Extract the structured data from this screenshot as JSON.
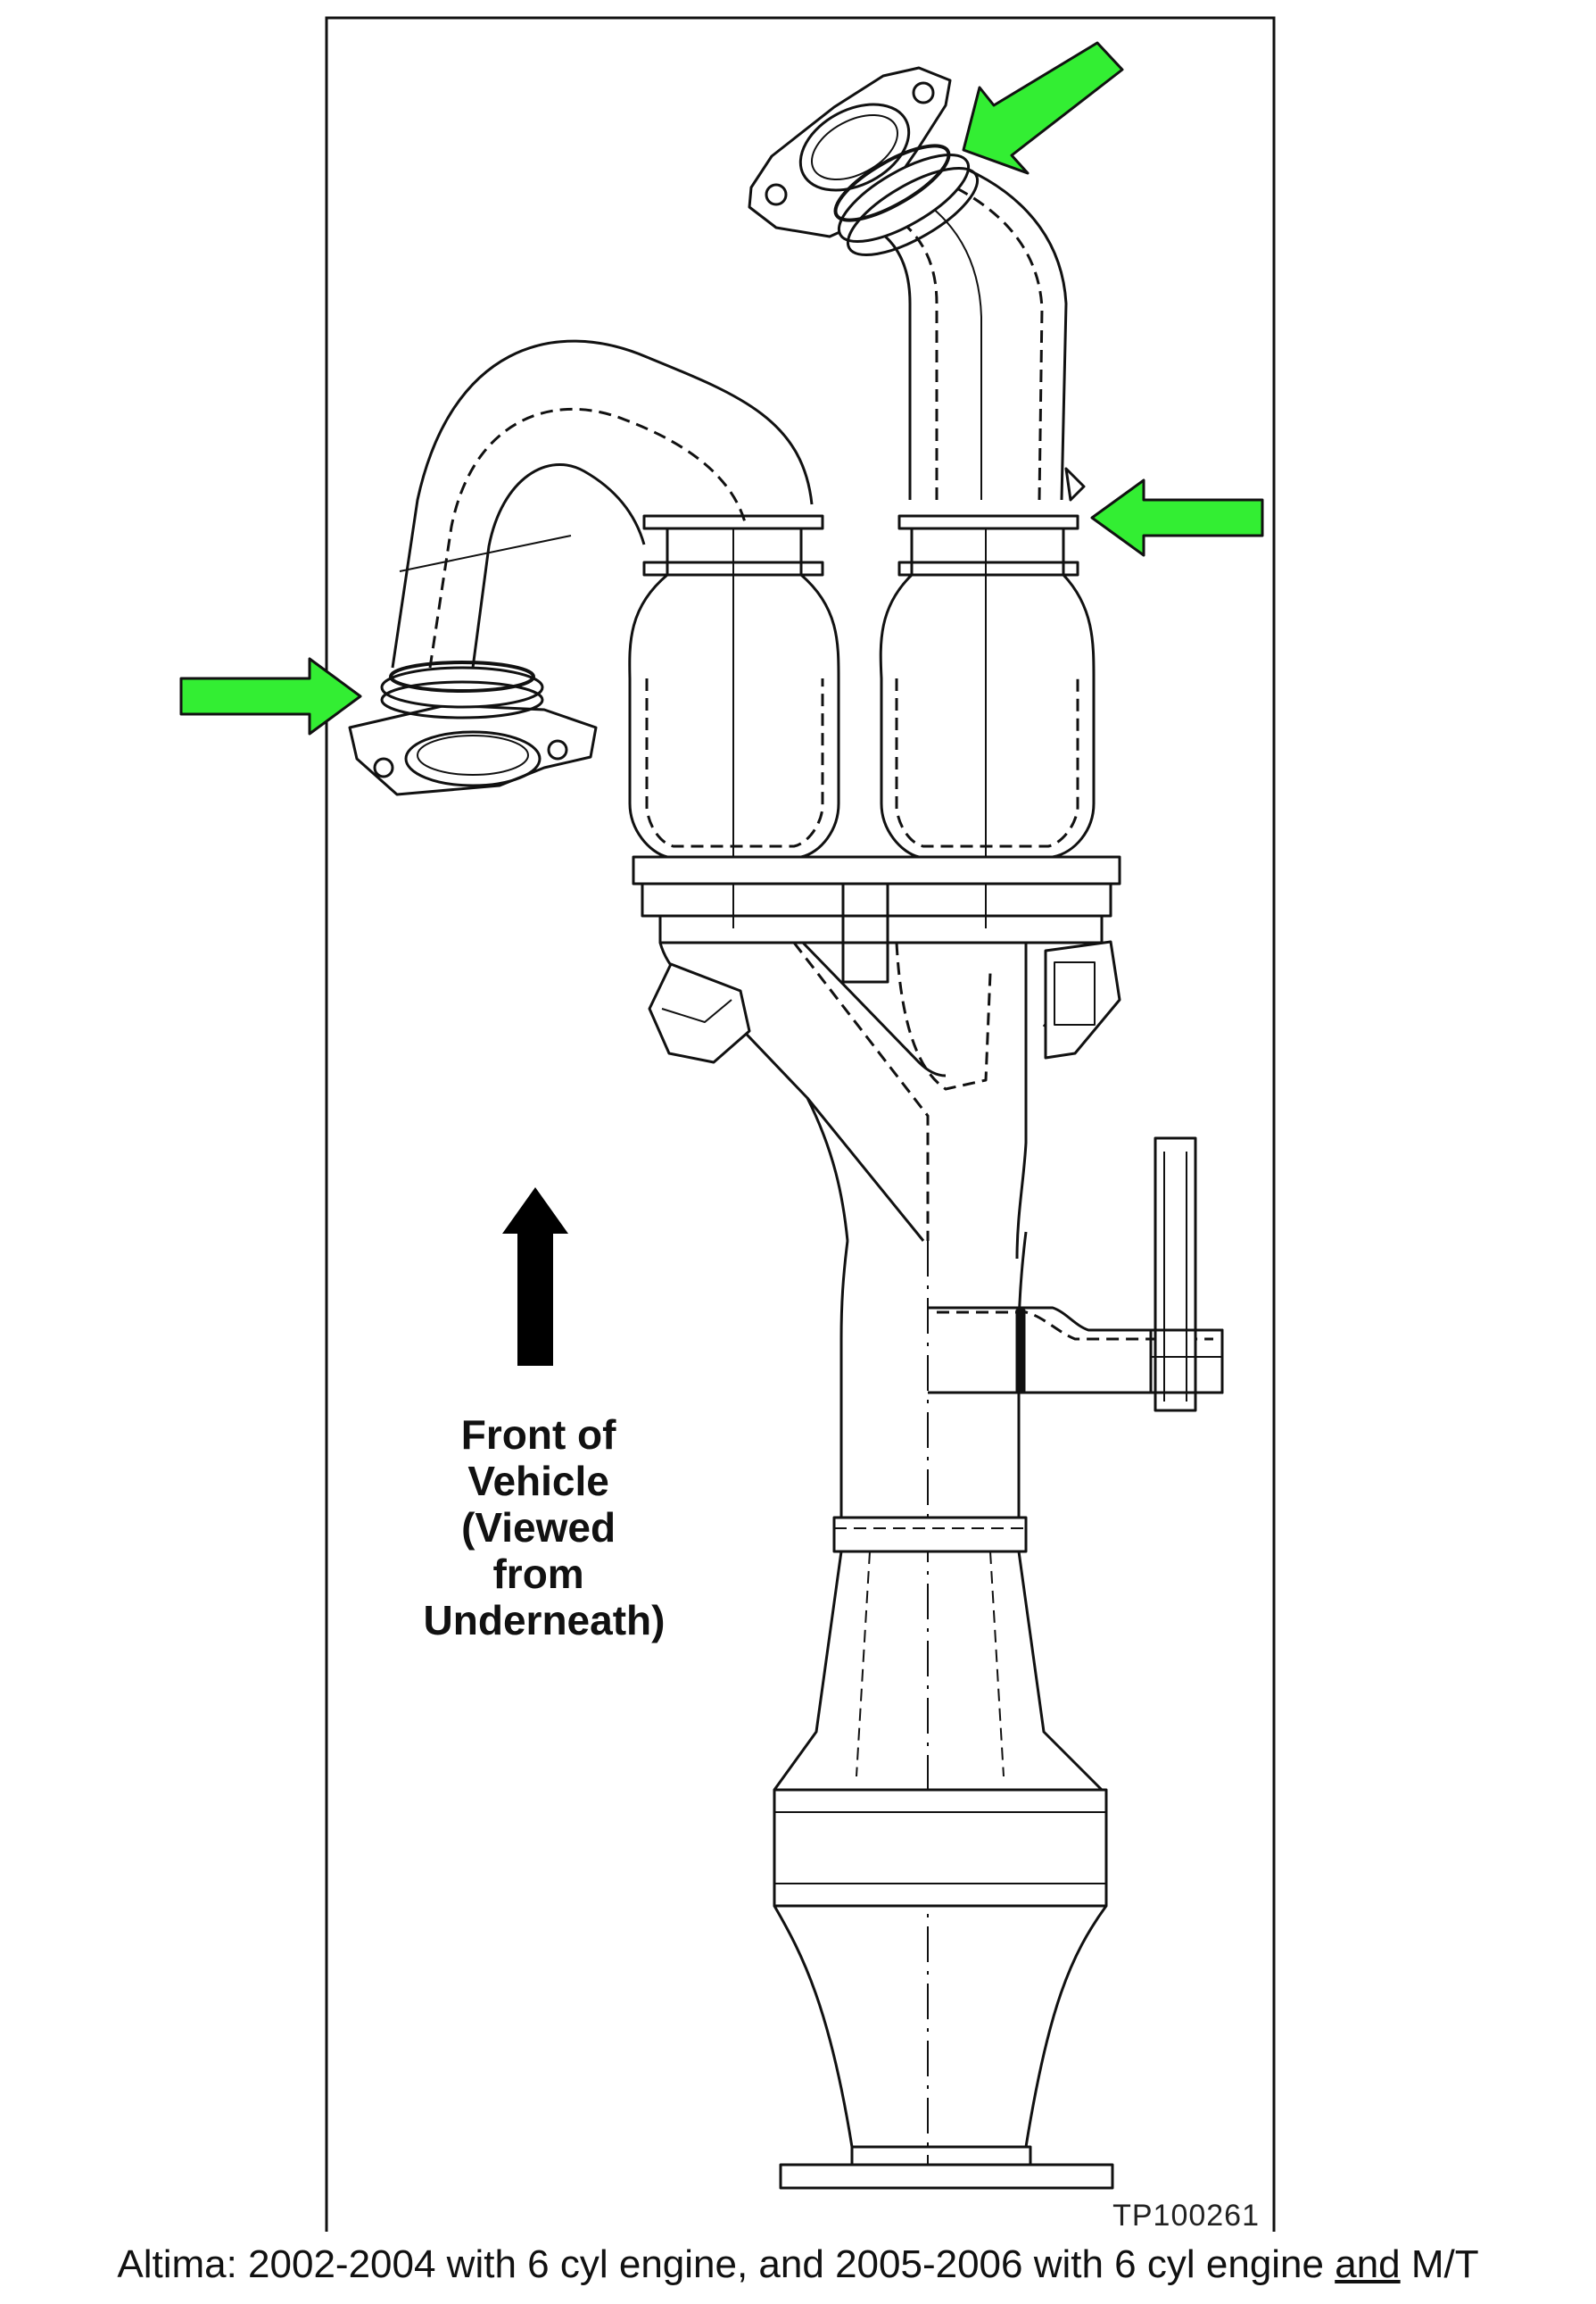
{
  "figure": {
    "front_label_lines": [
      "Front of",
      "Vehicle",
      "(Viewed",
      "from",
      "Underneath)"
    ],
    "reference_code": "TP100261",
    "colors": {
      "callout_arrow": "#33ee33",
      "direction_arrow": "#000000",
      "line_art": "#111111"
    }
  },
  "caption": {
    "part1": "Altima: 2002-2004 with 6 cyl engine, and 2005-2006 with 6 cyl engine ",
    "underlined": "and",
    "part2": " M/T"
  }
}
